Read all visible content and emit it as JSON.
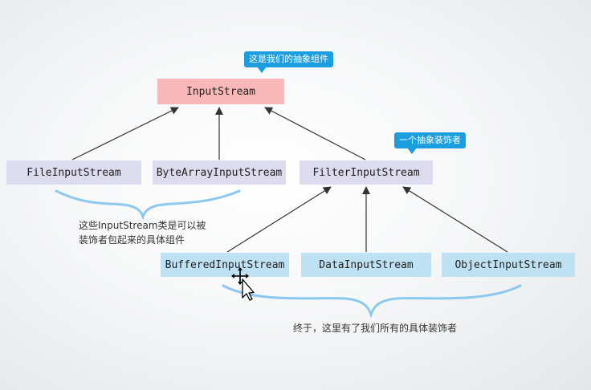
{
  "nodes": {
    "input_stream": "InputStream",
    "file_input_stream": "FileInputStream",
    "byte_array_input_stream": "ByteArrayInputStream",
    "filter_input_stream": "FilterInputStream",
    "buffered_input_stream": "BufferedInputStream",
    "data_input_stream": "DataInputStream",
    "object_input_stream": "ObjectInputStream"
  },
  "callouts": {
    "abstract_component": "这是我们的抽象组件",
    "abstract_decorator": "一个抽象装饰者"
  },
  "notes": {
    "concrete_components_line1": "这些InputStream类是可以被",
    "concrete_components_line2": "装饰者包起来的具体组件",
    "concrete_decorators": "终于，这里有了我们所有的具体装饰者"
  },
  "colors": {
    "abstract_component": "#f8b8b8",
    "component": "#dcdcee",
    "decorator": "#bfe1f4",
    "callout": "#1a9ee0",
    "brace": "#8cc8f0",
    "arrow": "#333333"
  },
  "cursor_icon": "move-cursor-icon"
}
